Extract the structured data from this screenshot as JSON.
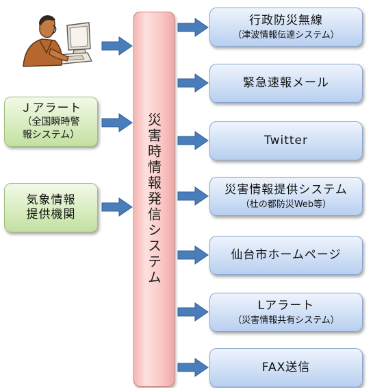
{
  "sources": {
    "jalert": {
      "lines": [
        "Ｊアラート",
        "（全国瞬時警",
        "報システム）"
      ]
    },
    "weather": {
      "lines": [
        "気象情報",
        "提供機関"
      ]
    }
  },
  "central": {
    "label": "災害時情報発信システム"
  },
  "outputs": [
    {
      "main": "行政防災無線",
      "sub": "（津波情報伝達システム）"
    },
    {
      "main": "緊急速報メール",
      "sub": ""
    },
    {
      "main": "Twitter",
      "sub": ""
    },
    {
      "main": "災害情報提供システム",
      "sub": "（杜の都防災Web等）"
    },
    {
      "main": "仙台市ホームページ",
      "sub": ""
    },
    {
      "main": "Lアラート",
      "sub": "（災害情報共有システム）"
    },
    {
      "main": "FAX送信",
      "sub": ""
    }
  ],
  "colors": {
    "arrow": "#4a7ebb",
    "central_fill": "#f9c7c4",
    "output_fill": "#d6e4f7",
    "source_fill": "#dbeec4"
  },
  "icons": [
    "operator-at-computer-icon"
  ]
}
